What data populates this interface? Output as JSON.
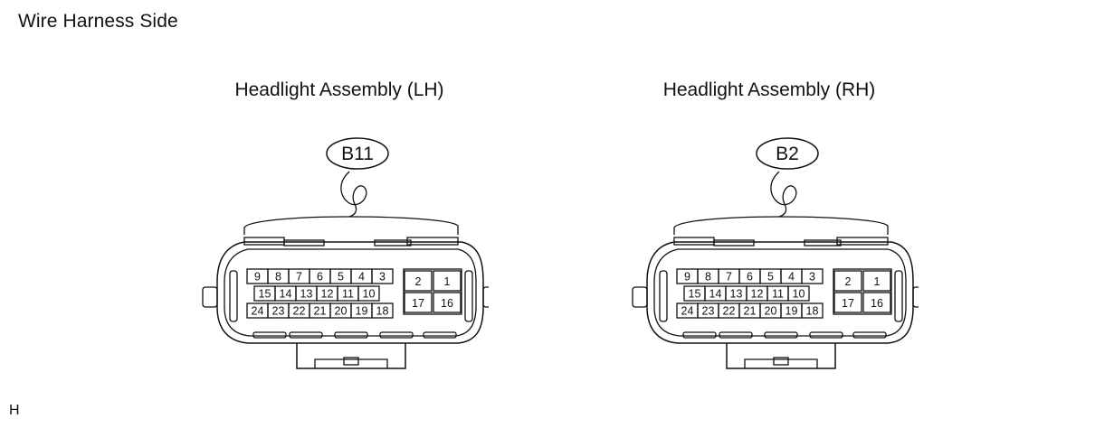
{
  "heading": "Wire Harness Side",
  "footer": "H",
  "connectors": [
    {
      "title": "Headlight Assembly (LH)",
      "code": "B11",
      "row1": [
        "9",
        "8",
        "7",
        "6",
        "5",
        "4",
        "3"
      ],
      "row2": [
        "15",
        "14",
        "13",
        "12",
        "11",
        "10"
      ],
      "row3": [
        "24",
        "23",
        "22",
        "21",
        "20",
        "19",
        "18"
      ],
      "right_top": [
        "2",
        "1"
      ],
      "right_bottom": [
        "17",
        "16"
      ]
    },
    {
      "title": "Headlight Assembly (RH)",
      "code": "B2",
      "row1": [
        "9",
        "8",
        "7",
        "6",
        "5",
        "4",
        "3"
      ],
      "row2": [
        "15",
        "14",
        "13",
        "12",
        "11",
        "10"
      ],
      "row3": [
        "24",
        "23",
        "22",
        "21",
        "20",
        "19",
        "18"
      ],
      "right_top": [
        "2",
        "1"
      ],
      "right_bottom": [
        "17",
        "16"
      ]
    }
  ]
}
